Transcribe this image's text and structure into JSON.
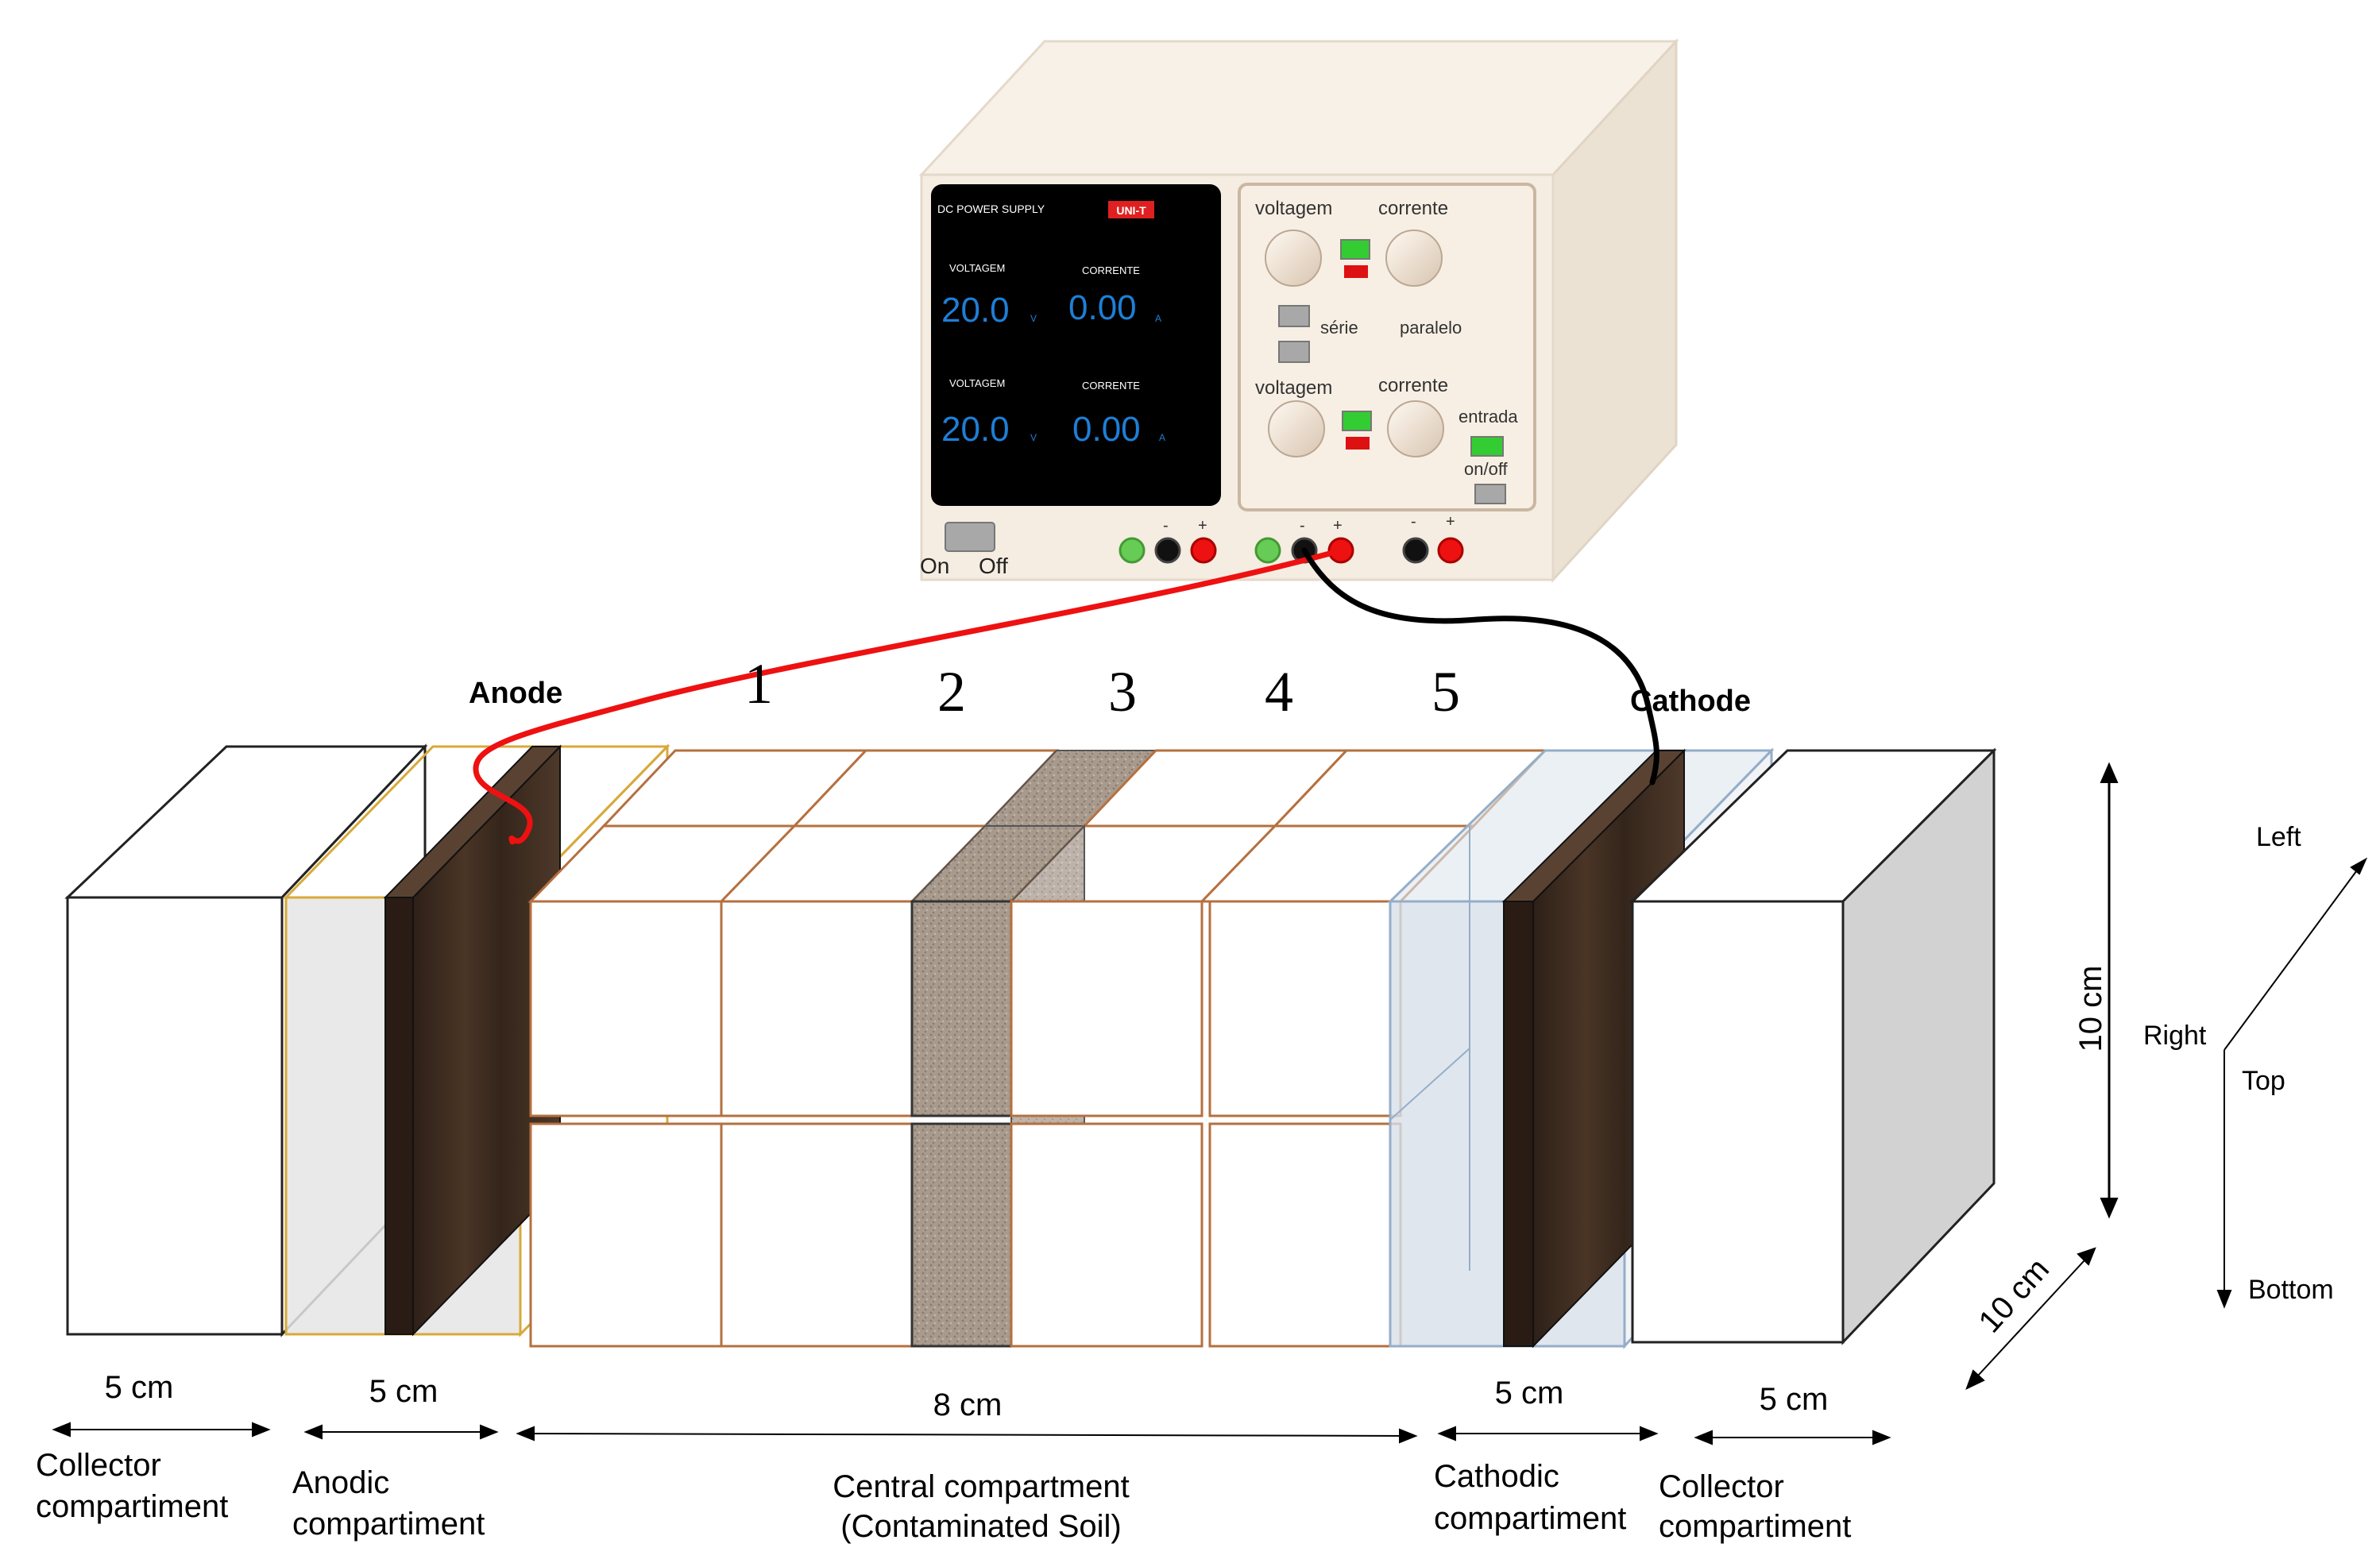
{
  "power_supply": {
    "panel_title": "DC POWER SUPPLY",
    "brand": "UNI-T",
    "channel1": {
      "voltage_label": "VOLTAGEM",
      "current_label": "CORRENTE",
      "voltage_value": "20.0",
      "voltage_unit": "V",
      "current_value": "0.00",
      "current_unit": "A"
    },
    "channel2": {
      "voltage_label": "VOLTAGEM",
      "current_label": "CORRENTE",
      "voltage_value": "20.0",
      "voltage_unit": "V",
      "current_value": "0.00",
      "current_unit": "A"
    },
    "knob_labels": {
      "voltage_1": "voltagem",
      "current_1": "corrente",
      "voltage_2": "voltagem",
      "current_2": "corrente"
    },
    "mode_labels": {
      "series": "série",
      "parallel": "paralelo"
    },
    "input_label": "entrada",
    "onoff_label": "on/off",
    "power_on": "On",
    "power_off": "Off",
    "terminal_signs": {
      "minus": "-",
      "plus": "+"
    },
    "colors": {
      "display_bg": "#000000",
      "display_digits": "#1e7fd6",
      "brand_bg": "#e02020",
      "body": "#f5ede1",
      "indicator_green": "#33cc33",
      "indicator_red": "#dd1111",
      "wire_positive": "#ee1111",
      "wire_negative": "#000000"
    }
  },
  "electrodes": {
    "anode": "Anode",
    "cathode": "Cathode"
  },
  "sections": [
    "1",
    "2",
    "3",
    "4",
    "5"
  ],
  "dimensions": {
    "collector_left": "5 cm",
    "anodic": "5 cm",
    "central": "8 cm",
    "cathodic": "5 cm",
    "collector_right": "5 cm",
    "height": "10 cm",
    "depth": "10 cm"
  },
  "compartments": {
    "collector_left": [
      "Collector",
      "compartiment"
    ],
    "anodic": [
      "Anodic",
      "compartiment"
    ],
    "central": [
      "Central compartment",
      "(Contaminated Soil)"
    ],
    "cathodic": [
      "Cathodic",
      "compartiment"
    ],
    "collector_right": [
      "Collector",
      "compartiment"
    ]
  },
  "orientation": {
    "left": "Left",
    "right": "Right",
    "top": "Top",
    "bottom": "Bottom"
  },
  "colors": {
    "soil_cube_edge": "#b5703f",
    "anodic_frame": "#d8a93a",
    "cathodic_frame": "#94aec8",
    "electrode": "#3b2a1f",
    "soil_sample": "#a99a8d"
  }
}
